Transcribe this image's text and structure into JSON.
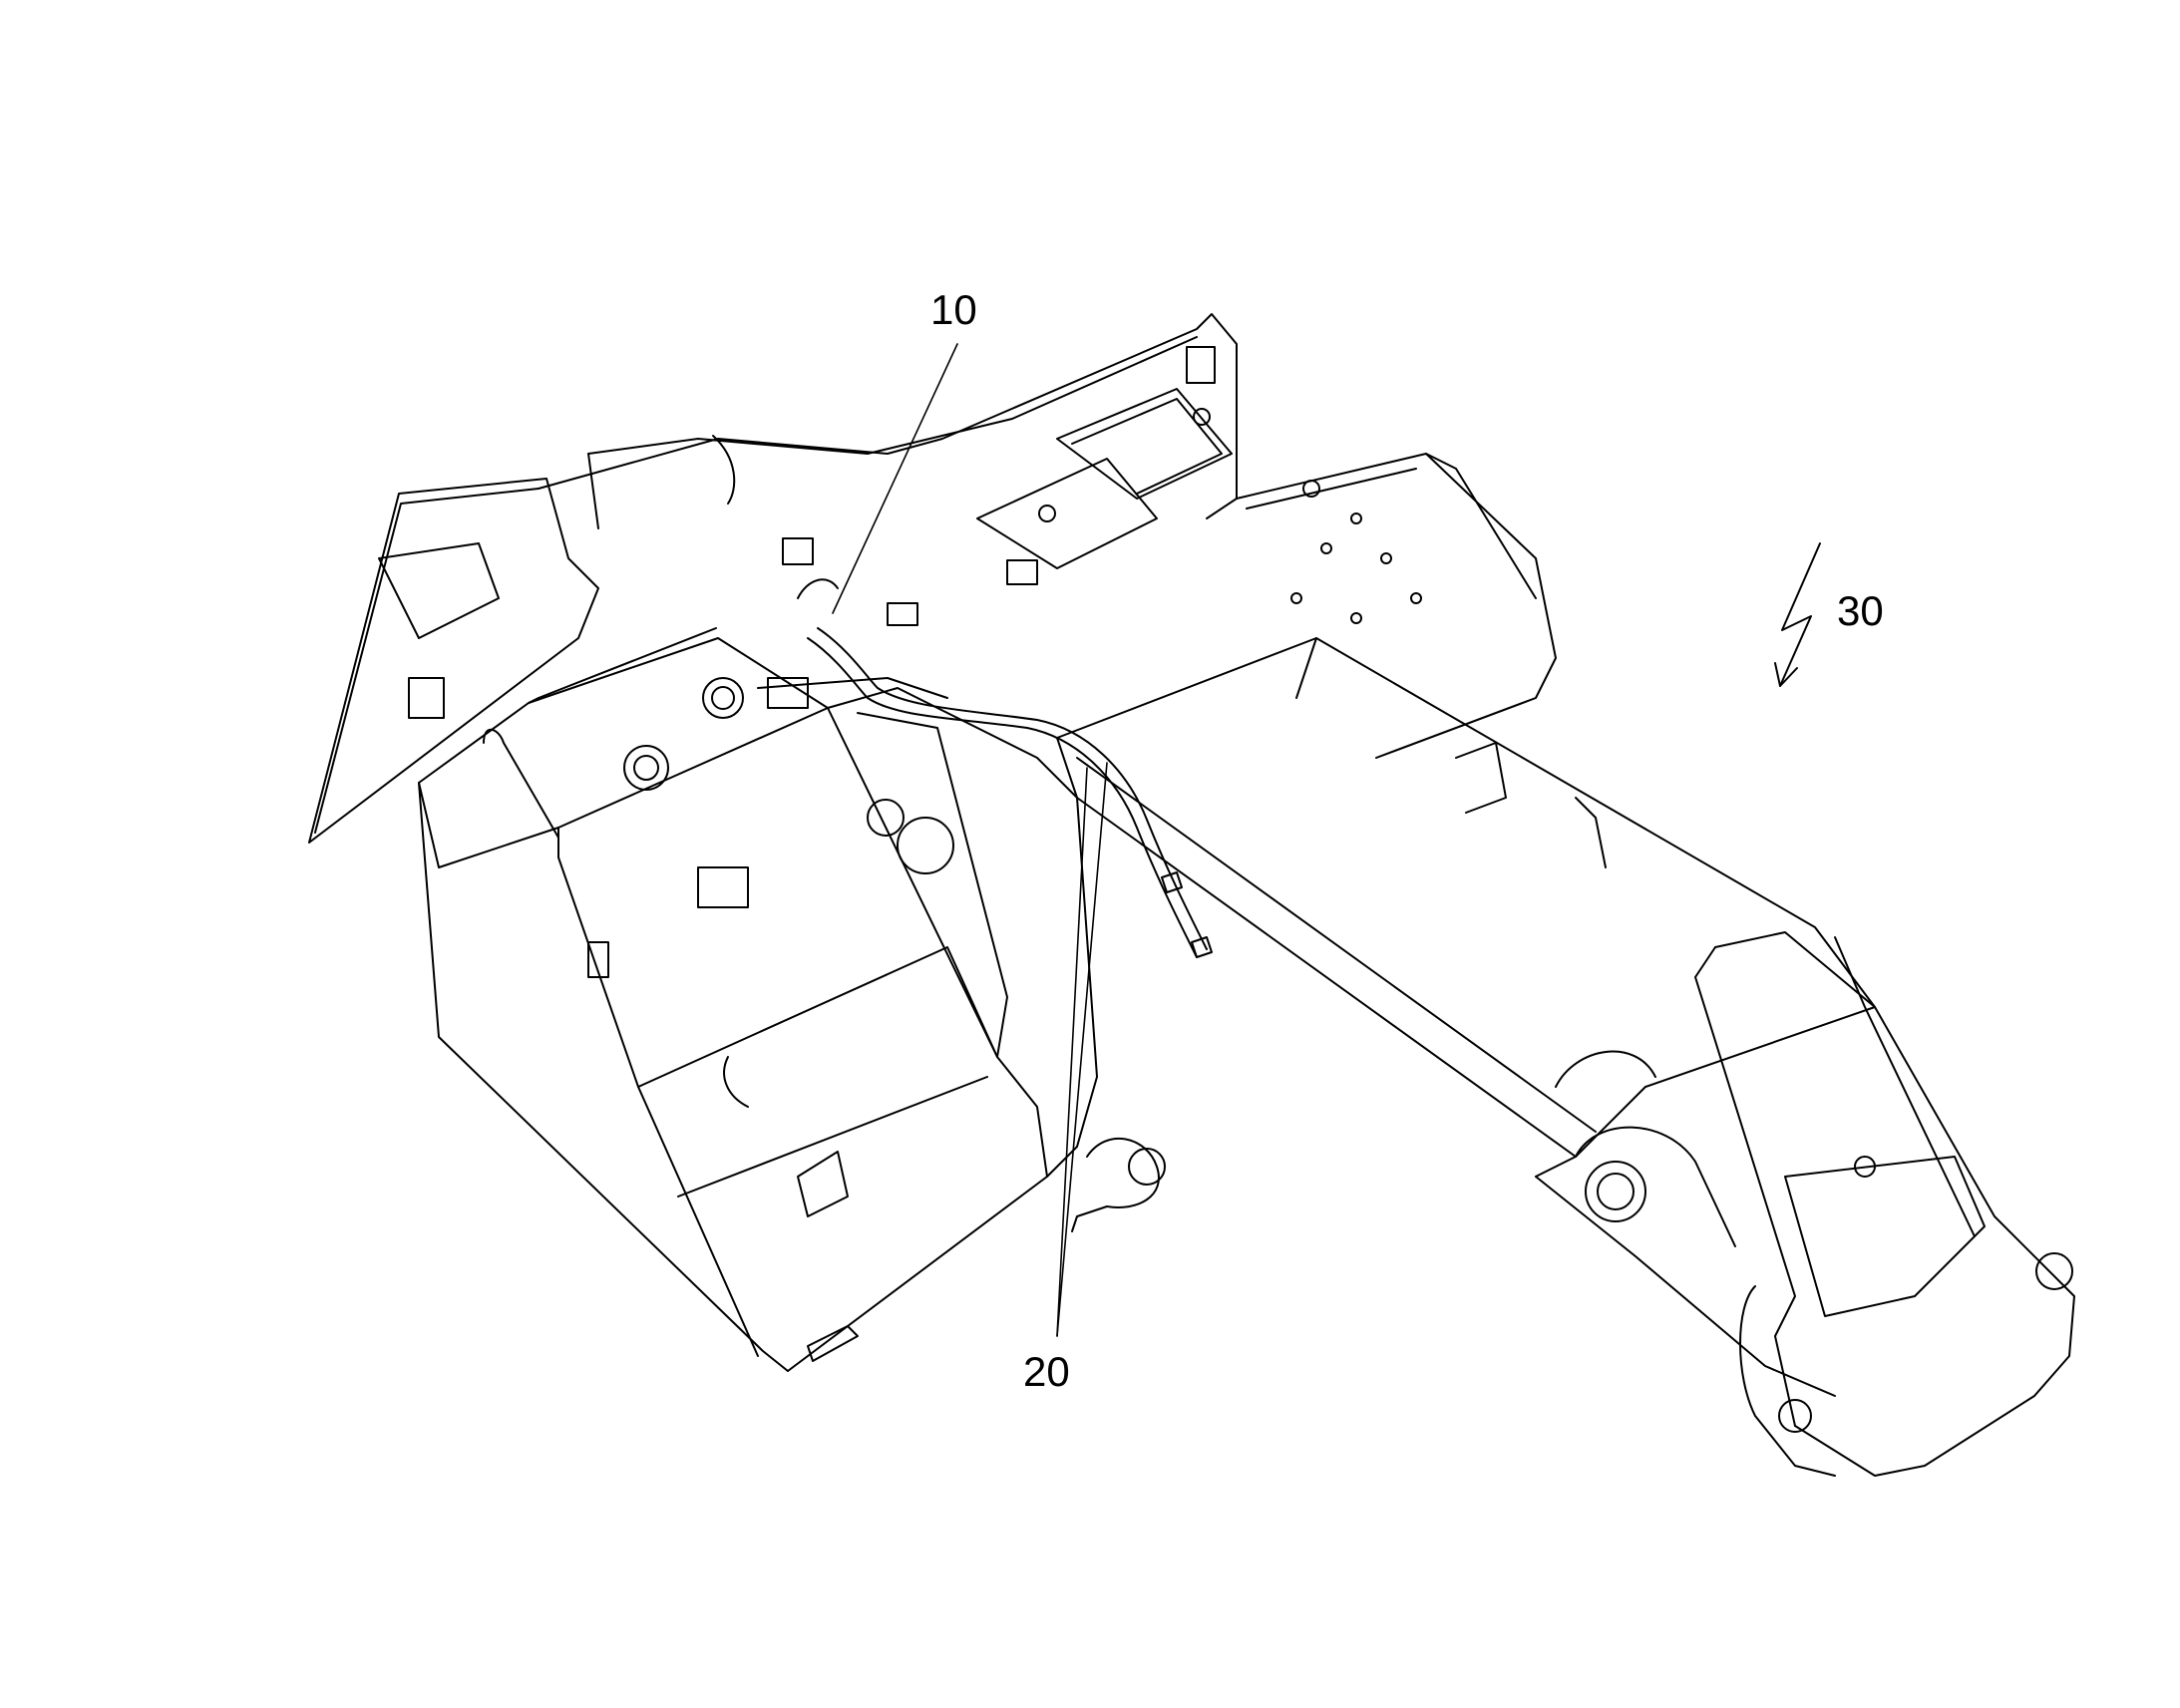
{
  "figure": {
    "reference_labels": [
      {
        "id": "ref-10",
        "text": "10"
      },
      {
        "id": "ref-20",
        "text": "20"
      },
      {
        "id": "ref-30",
        "text": "30"
      }
    ]
  },
  "colors": {
    "line": "#000000",
    "background": "#ffffff"
  }
}
